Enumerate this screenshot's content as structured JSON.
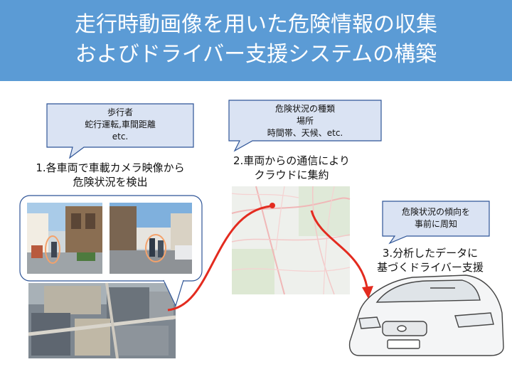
{
  "slide": {
    "title_line1": "走行時動画像を用いた危険情報の収集",
    "title_line2": "およびドライバー支援システムの構築"
  },
  "callouts": {
    "left": {
      "line1": "歩行者",
      "line2": "蛇行運転,車間距離",
      "line3": "etc."
    },
    "middle": {
      "line1": "危険状況の種類",
      "line2": "場所",
      "line3": "時間帯、天候、etc."
    },
    "right": {
      "line1": "危険状況の傾向を",
      "line2": "事前に周知"
    }
  },
  "steps": {
    "step1": {
      "line1": "1.各車両で車載カメラ映像から",
      "line2": "危険状況を検出"
    },
    "step2": {
      "line1": "2.車両からの通信により",
      "line2": "クラウドに集約"
    },
    "step3": {
      "line1": "3.分析したデータに",
      "line2": "基づくドライバー支援"
    }
  },
  "colors": {
    "header": "#5b9bd5",
    "callout_fill": "#dae3f3",
    "callout_border": "#2f5597",
    "arrow": "#e32b1f",
    "highlight_circle": "#f4a26b"
  }
}
